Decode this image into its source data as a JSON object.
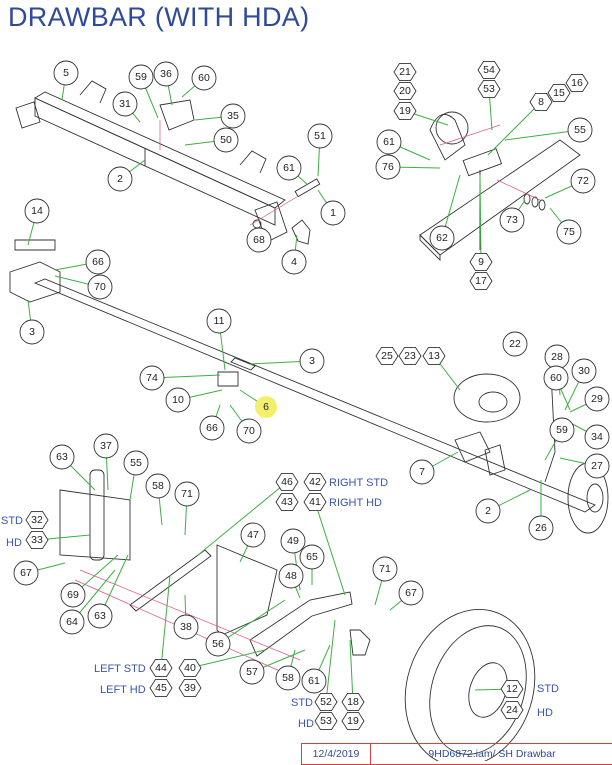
{
  "title": "DRAWBAR (WITH HDA)",
  "colors": {
    "title": "#2e4a9a",
    "leader": "#3cb043",
    "centerline": "#e0508a",
    "highlight": "#f4ef6a",
    "side_label": "#3a55b0"
  },
  "callouts": [
    {
      "label": "5",
      "shape": "circle"
    },
    {
      "label": "59",
      "shape": "circle"
    },
    {
      "label": "36",
      "shape": "circle"
    },
    {
      "label": "60",
      "shape": "circle"
    },
    {
      "label": "31",
      "shape": "circle"
    },
    {
      "label": "35",
      "shape": "circle"
    },
    {
      "label": "50",
      "shape": "circle"
    },
    {
      "label": "2",
      "shape": "circle"
    },
    {
      "label": "51",
      "shape": "circle"
    },
    {
      "label": "61",
      "shape": "circle"
    },
    {
      "label": "1",
      "shape": "circle"
    },
    {
      "label": "68",
      "shape": "circle"
    },
    {
      "label": "4",
      "shape": "circle"
    },
    {
      "label": "21",
      "shape": "hex"
    },
    {
      "label": "20",
      "shape": "hex"
    },
    {
      "label": "19",
      "shape": "hex"
    },
    {
      "label": "54",
      "shape": "hex"
    },
    {
      "label": "53",
      "shape": "hex"
    },
    {
      "label": "8",
      "shape": "hex"
    },
    {
      "label": "15",
      "shape": "hex"
    },
    {
      "label": "16",
      "shape": "hex"
    },
    {
      "label": "55",
      "shape": "circle"
    },
    {
      "label": "61",
      "shape": "circle"
    },
    {
      "label": "76",
      "shape": "circle"
    },
    {
      "label": "72",
      "shape": "circle"
    },
    {
      "label": "73",
      "shape": "circle"
    },
    {
      "label": "75",
      "shape": "circle"
    },
    {
      "label": "62",
      "shape": "circle"
    },
    {
      "label": "9",
      "shape": "hex"
    },
    {
      "label": "17",
      "shape": "hex"
    },
    {
      "label": "14",
      "shape": "circle"
    },
    {
      "label": "66",
      "shape": "circle"
    },
    {
      "label": "70",
      "shape": "circle"
    },
    {
      "label": "3",
      "shape": "circle"
    },
    {
      "label": "11",
      "shape": "circle"
    },
    {
      "label": "3",
      "shape": "circle"
    },
    {
      "label": "74",
      "shape": "circle"
    },
    {
      "label": "10",
      "shape": "circle"
    },
    {
      "label": "6",
      "shape": "circle",
      "highlighted": true
    },
    {
      "label": "66",
      "shape": "circle"
    },
    {
      "label": "70",
      "shape": "circle"
    },
    {
      "label": "22",
      "shape": "circle"
    },
    {
      "label": "25",
      "shape": "hex"
    },
    {
      "label": "23",
      "shape": "hex"
    },
    {
      "label": "13",
      "shape": "hex"
    },
    {
      "label": "28",
      "shape": "circle"
    },
    {
      "label": "60",
      "shape": "circle"
    },
    {
      "label": "30",
      "shape": "circle"
    },
    {
      "label": "29",
      "shape": "circle"
    },
    {
      "label": "59",
      "shape": "circle"
    },
    {
      "label": "34",
      "shape": "circle"
    },
    {
      "label": "27",
      "shape": "circle"
    },
    {
      "label": "7",
      "shape": "circle"
    },
    {
      "label": "2",
      "shape": "circle"
    },
    {
      "label": "26",
      "shape": "circle"
    },
    {
      "label": "63",
      "shape": "circle"
    },
    {
      "label": "37",
      "shape": "circle"
    },
    {
      "label": "55",
      "shape": "circle"
    },
    {
      "label": "58",
      "shape": "circle"
    },
    {
      "label": "71",
      "shape": "circle"
    },
    {
      "label": "46",
      "shape": "hex"
    },
    {
      "label": "42",
      "shape": "hex"
    },
    {
      "label": "43",
      "shape": "hex"
    },
    {
      "label": "41",
      "shape": "hex"
    },
    {
      "label": "32",
      "shape": "hex"
    },
    {
      "label": "33",
      "shape": "hex"
    },
    {
      "label": "47",
      "shape": "circle"
    },
    {
      "label": "49",
      "shape": "circle"
    },
    {
      "label": "65",
      "shape": "circle"
    },
    {
      "label": "48",
      "shape": "circle"
    },
    {
      "label": "67",
      "shape": "circle"
    },
    {
      "label": "71",
      "shape": "circle"
    },
    {
      "label": "67",
      "shape": "circle"
    },
    {
      "label": "69",
      "shape": "circle"
    },
    {
      "label": "64",
      "shape": "circle"
    },
    {
      "label": "63",
      "shape": "circle"
    },
    {
      "label": "38",
      "shape": "circle"
    },
    {
      "label": "56",
      "shape": "circle"
    },
    {
      "label": "44",
      "shape": "hex"
    },
    {
      "label": "40",
      "shape": "hex"
    },
    {
      "label": "45",
      "shape": "hex"
    },
    {
      "label": "39",
      "shape": "hex"
    },
    {
      "label": "57",
      "shape": "circle"
    },
    {
      "label": "58",
      "shape": "circle"
    },
    {
      "label": "61",
      "shape": "circle"
    },
    {
      "label": "52",
      "shape": "hex"
    },
    {
      "label": "18",
      "shape": "hex"
    },
    {
      "label": "53",
      "shape": "hex"
    },
    {
      "label": "19",
      "shape": "hex"
    },
    {
      "label": "12",
      "shape": "hex"
    },
    {
      "label": "24",
      "shape": "hex"
    }
  ],
  "side_labels": {
    "right_std": "RIGHT STD",
    "right_hd": "RIGHT HD",
    "std_32": "STD",
    "hd_33": "HD",
    "left_std": "LEFT STD",
    "left_hd": "LEFT HD",
    "std_52": "STD",
    "hd_53": "HD",
    "std_12": "STD",
    "hd_24": "HD"
  },
  "footer": {
    "date": "12/4/2019",
    "file": "9HD6872.iam/ SH Drawbar"
  }
}
